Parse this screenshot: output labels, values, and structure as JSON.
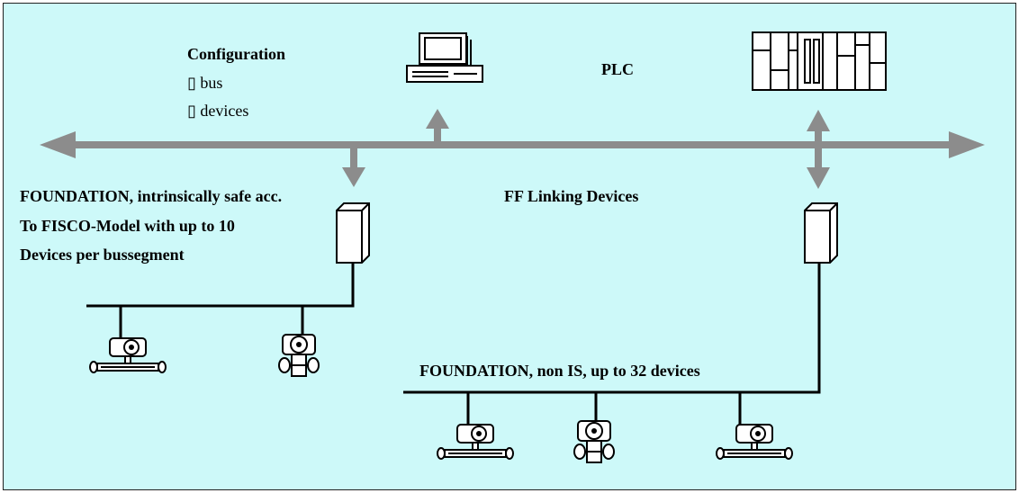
{
  "diagram": {
    "configuration": {
      "title": "Configuration",
      "items": [
        "▯ bus",
        "▯ devices"
      ]
    },
    "plc_label": "PLC",
    "linking_label": "FF Linking Devices",
    "is_segment_text": [
      "FOUNDATION, intrinsically safe acc.",
      "To FISCO-Model with up to 10",
      "Devices per bussegment"
    ],
    "non_is_text": "FOUNDATION, non IS, up to 32 devices",
    "colors": {
      "background": "#cdf9f9",
      "bus_arrow": "#8c8c8c",
      "lines": "#000000"
    },
    "icons": [
      "computer-icon",
      "plc-rack-icon",
      "linking-device-icon",
      "flowmeter-icon"
    ]
  }
}
